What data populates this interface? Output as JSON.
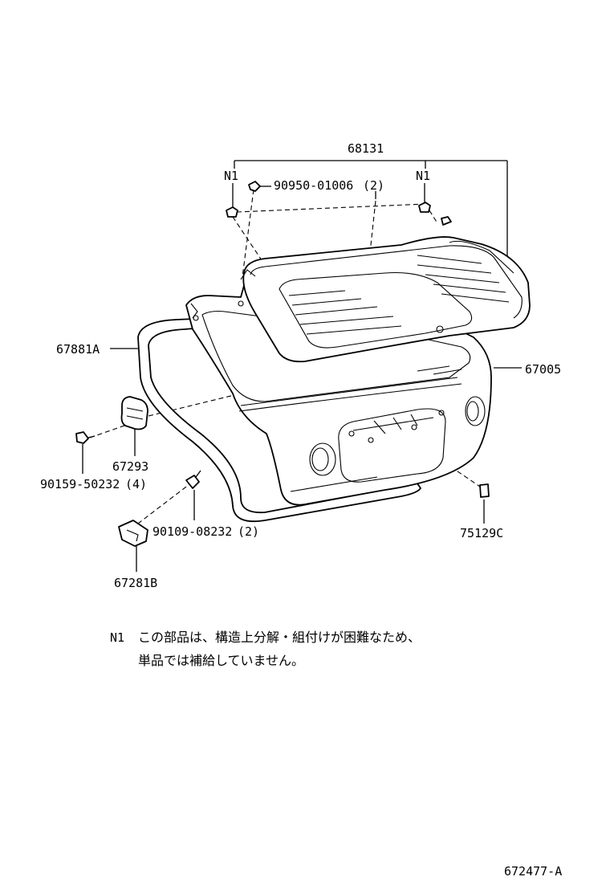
{
  "labels": {
    "glass_assy": "68131",
    "n1_left": "N1",
    "n1_right": "N1",
    "clip": "90950-01006",
    "clip_qty": "(2)",
    "weatherstrip": "67881A",
    "back_door": "67005",
    "lock_striker": "67293",
    "bolt_a": "90159-50232",
    "bolt_a_qty": "(4)",
    "bolt_b": "90109-08232",
    "bolt_b_qty": "(2)",
    "emblem": "75129C",
    "bracket": "67281B"
  },
  "note": {
    "marker": "N1",
    "line1": "この部品は、構造上分解・組付けが困難なため、",
    "line2": "単品では補給していません。"
  },
  "figure_id": "672477-A"
}
